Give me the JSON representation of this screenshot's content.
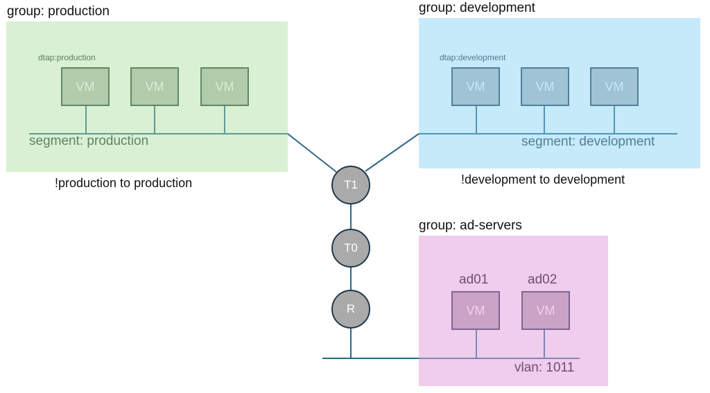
{
  "groups": {
    "production": {
      "title": "group: production",
      "tag": "dtap:production",
      "segment_label": "segment: production",
      "policy": "!production to production",
      "vms": [
        "VM",
        "VM",
        "VM"
      ]
    },
    "development": {
      "title": "group: development",
      "tag": "dtap:development",
      "segment_label": "segment: development",
      "policy": "!development to development",
      "vms": [
        "VM",
        "VM",
        "VM"
      ]
    },
    "ad_servers": {
      "title": "group: ad-servers",
      "segment_label": "vlan: 1011",
      "vms": [
        {
          "name": "ad01",
          "label": "VM"
        },
        {
          "name": "ad02",
          "label": "VM"
        }
      ]
    }
  },
  "routers": {
    "t1": "T1",
    "t0": "T0",
    "r": "R"
  },
  "colors": {
    "production_zone": "#d9f0d3",
    "development_zone": "#c6eaf9",
    "ad_zone": "#f0cdec",
    "link": "#2e6585",
    "router_fill": "#aaaaaa"
  }
}
